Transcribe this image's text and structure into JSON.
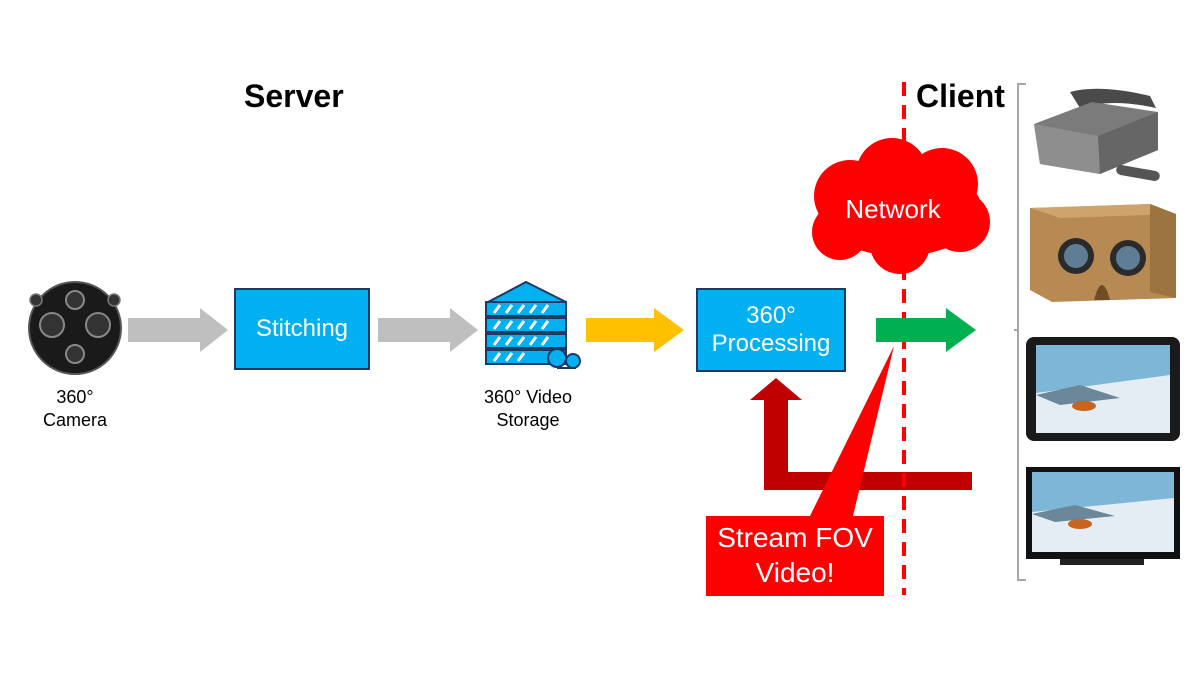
{
  "headings": {
    "server": "Server",
    "client": "Client"
  },
  "nodes": {
    "camera": "360°\nCamera",
    "stitching": "Stitching",
    "storage": "360° Video\nStorage",
    "processing": "360°\nProcessing",
    "network": "Network"
  },
  "callout": "Stream FOV\nVideo!",
  "colors": {
    "box_fill": "#00b0f0",
    "box_border": "#1f3864",
    "gray_arrow": "#bfbfbf",
    "yellow_arrow": "#ffc000",
    "green_arrow": "#00b050",
    "feedback_arrow": "#c00000",
    "network_cloud": "#ff0000",
    "divider": "#ff0000"
  },
  "client_devices": [
    "vr-headset-icon",
    "cardboard-viewer-icon",
    "tablet-icon",
    "tv-icon"
  ]
}
